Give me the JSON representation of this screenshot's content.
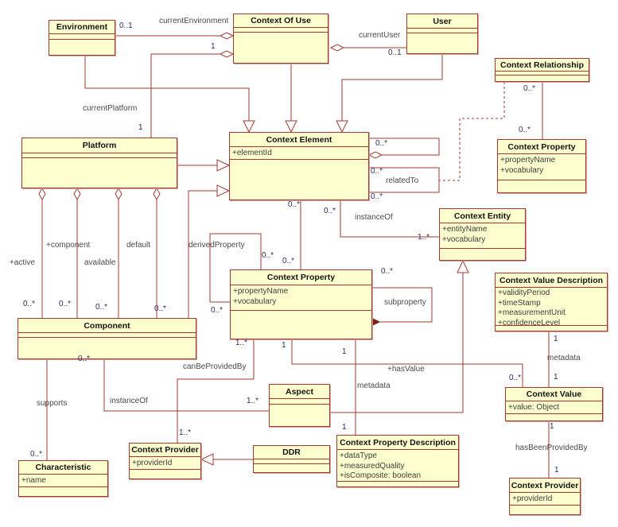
{
  "diagram": {
    "type": "uml-class-diagram",
    "subject": "Context of Use model"
  },
  "colors": {
    "box_fill": "#FEFECE",
    "line": "#A13A32",
    "multiplicity_text": "#2b2b6b",
    "role_text": "#4a4a4a"
  },
  "classes": {
    "environment": {
      "name": "Environment",
      "attrs": []
    },
    "context_of_use": {
      "name": "Context Of Use",
      "attrs": []
    },
    "user": {
      "name": "User",
      "attrs": []
    },
    "context_relationship": {
      "name": "Context Relationship",
      "attrs": []
    },
    "platform": {
      "name": "Platform",
      "attrs": []
    },
    "context_element": {
      "name": "Context Element",
      "attrs": [
        "+elementId"
      ]
    },
    "context_property_right": {
      "name": "Context Property",
      "attrs": [
        "+propertyName",
        "+vocabulary"
      ]
    },
    "context_entity": {
      "name": "Context Entity",
      "attrs": [
        "+entityName",
        "+vocabulary"
      ]
    },
    "context_property": {
      "name": "Context Property",
      "attrs": [
        "+propertyName",
        "+vocabulary"
      ]
    },
    "context_value_description": {
      "name": "Context Value Description",
      "attrs": [
        "+validityPeriod",
        "+timeStamp",
        "+measurementUnit",
        "+confidenceLevel"
      ]
    },
    "component": {
      "name": "Component",
      "attrs": []
    },
    "aspect": {
      "name": "Aspect",
      "attrs": []
    },
    "characteristic": {
      "name": "Characteristic",
      "attrs": [
        "+name"
      ]
    },
    "context_provider": {
      "name": "Context Provider",
      "attrs": [
        "+providerId"
      ]
    },
    "ddr": {
      "name": "DDR",
      "attrs": []
    },
    "context_property_description": {
      "name": "Context Property Description",
      "attrs": [
        "+dataType",
        "+measuredQuality",
        "+isComposite: boolean"
      ]
    },
    "context_value": {
      "name": "Context Value",
      "attrs": [
        "+value: Object"
      ]
    },
    "context_provider_bottom": {
      "name": "Context Provider",
      "attrs": [
        "+providerId"
      ]
    }
  },
  "relations": {
    "currentEnvironment": {
      "name": "currentEnvironment",
      "m_env": "0..1"
    },
    "currentPlatform": {
      "name": "currentPlatform",
      "m_cou": "1",
      "m_platform": "1"
    },
    "currentUser": {
      "name": "currentUser",
      "m_user": "0..1"
    },
    "contains": {
      "m": "0..*"
    },
    "relatedTo": {
      "name": "relatedTo",
      "m1": "0..*",
      "m2": "0..*"
    },
    "element_property": {
      "m1": "0..*",
      "m2": "0..*"
    },
    "instanceOf_ee": {
      "name": "instanceOf",
      "m_el": "0..*",
      "m_en": "1..*"
    },
    "relationship_property": {
      "m1": "0..*",
      "m2": "0..*"
    },
    "derivedProperty": {
      "name": "derivedProperty",
      "m1": "0..*",
      "m2": "0..*"
    },
    "subproperty": {
      "name": "subproperty",
      "m": "0..*"
    },
    "active": {
      "name": "+active",
      "m": "0..*"
    },
    "component_role": {
      "name": "+component",
      "m": "0..*"
    },
    "available": {
      "name": "available",
      "m": "0..*"
    },
    "default": {
      "name": "default",
      "m": "0..*"
    },
    "supports": {
      "name": "supports",
      "m": "0..*"
    },
    "instanceOf_ca": {
      "name": "instanceOf",
      "m_comp": "0..*",
      "m_aspect": "1..*"
    },
    "canBeProvidedBy": {
      "name": "canBeProvidedBy",
      "m_prop": "1..*",
      "m_prov": "1..*"
    },
    "hasValue": {
      "name": "+hasValue",
      "m_prop": "1",
      "m_val": "0..*"
    },
    "metadata_pd": {
      "name": "metadata",
      "m_prop": "1",
      "m_desc": "1"
    },
    "metadata_vd": {
      "name": "metadata",
      "m_desc": "1",
      "m_val": "1"
    },
    "hasBeenProvidedBy": {
      "name": "hasBeenProvidedBy",
      "m_val": "1",
      "m_prov": "1"
    }
  }
}
